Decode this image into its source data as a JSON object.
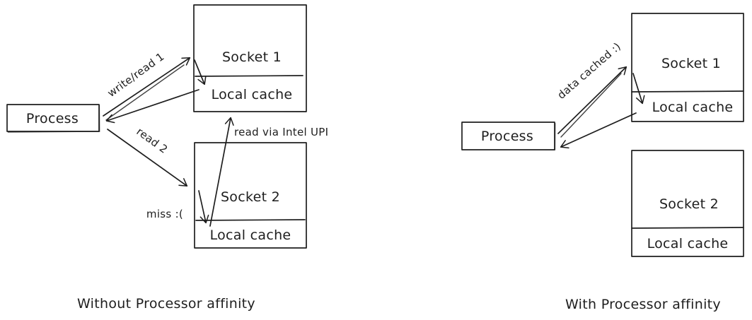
{
  "colors": {
    "stroke": "#1e1e1e",
    "background": "#ffffff"
  },
  "left": {
    "process": "Process",
    "socket1_title": "Socket 1",
    "socket1_cache": "Local cache",
    "socket2_title": "Socket 2",
    "socket2_cache": "Local cache",
    "label_write_read": "write/read 1",
    "label_read2": "read 2",
    "label_miss": "miss :(",
    "label_upi": "read via Intel UPI",
    "caption": "Without Processor affinity"
  },
  "right": {
    "process": "Process",
    "socket1_title": "Socket 1",
    "socket1_cache": "Local cache",
    "socket2_title": "Socket 2",
    "socket2_cache": "Local cache",
    "label_data_cached": "data cached :)",
    "caption": "With Processor affinity"
  }
}
